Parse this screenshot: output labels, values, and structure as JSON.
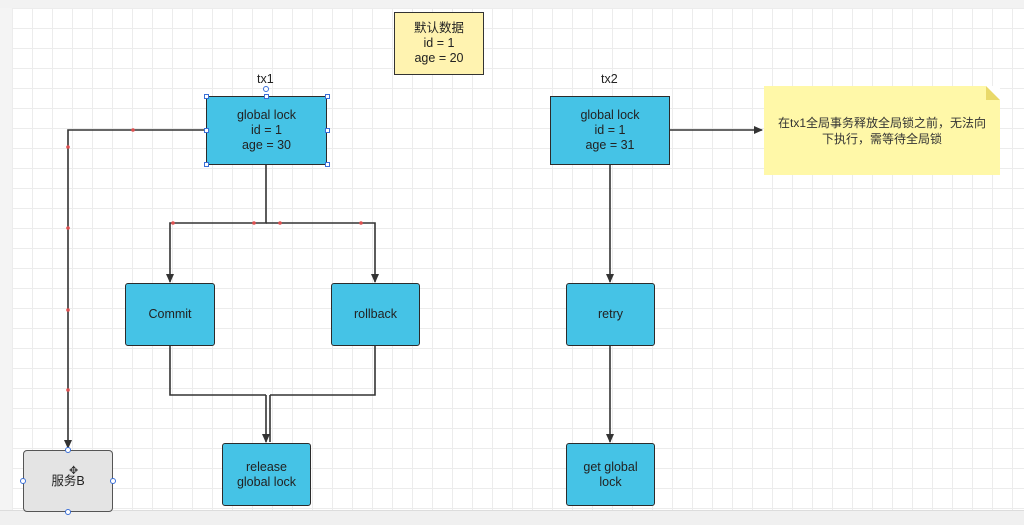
{
  "default_data": {
    "text": "默认数据\nid = 1\nage = 20"
  },
  "tx1": {
    "label": "tx1",
    "lock_box": "global lock\nid = 1\nage = 30",
    "commit": "Commit",
    "rollback": "rollback",
    "release": "release\nglobal lock"
  },
  "tx2": {
    "label": "tx2",
    "lock_box": "global lock\nid = 1\nage = 31",
    "retry": "retry",
    "get_lock": "get global\nlock"
  },
  "note": {
    "text": "在tx1全局事务释放全局锁之前，无法向下执行，需等待全局锁"
  },
  "service_b": {
    "label": "服务B"
  },
  "colors": {
    "box_fill": "#45c3e6",
    "note_fill": "#fff8a8",
    "default_fill": "#fff3b0"
  }
}
